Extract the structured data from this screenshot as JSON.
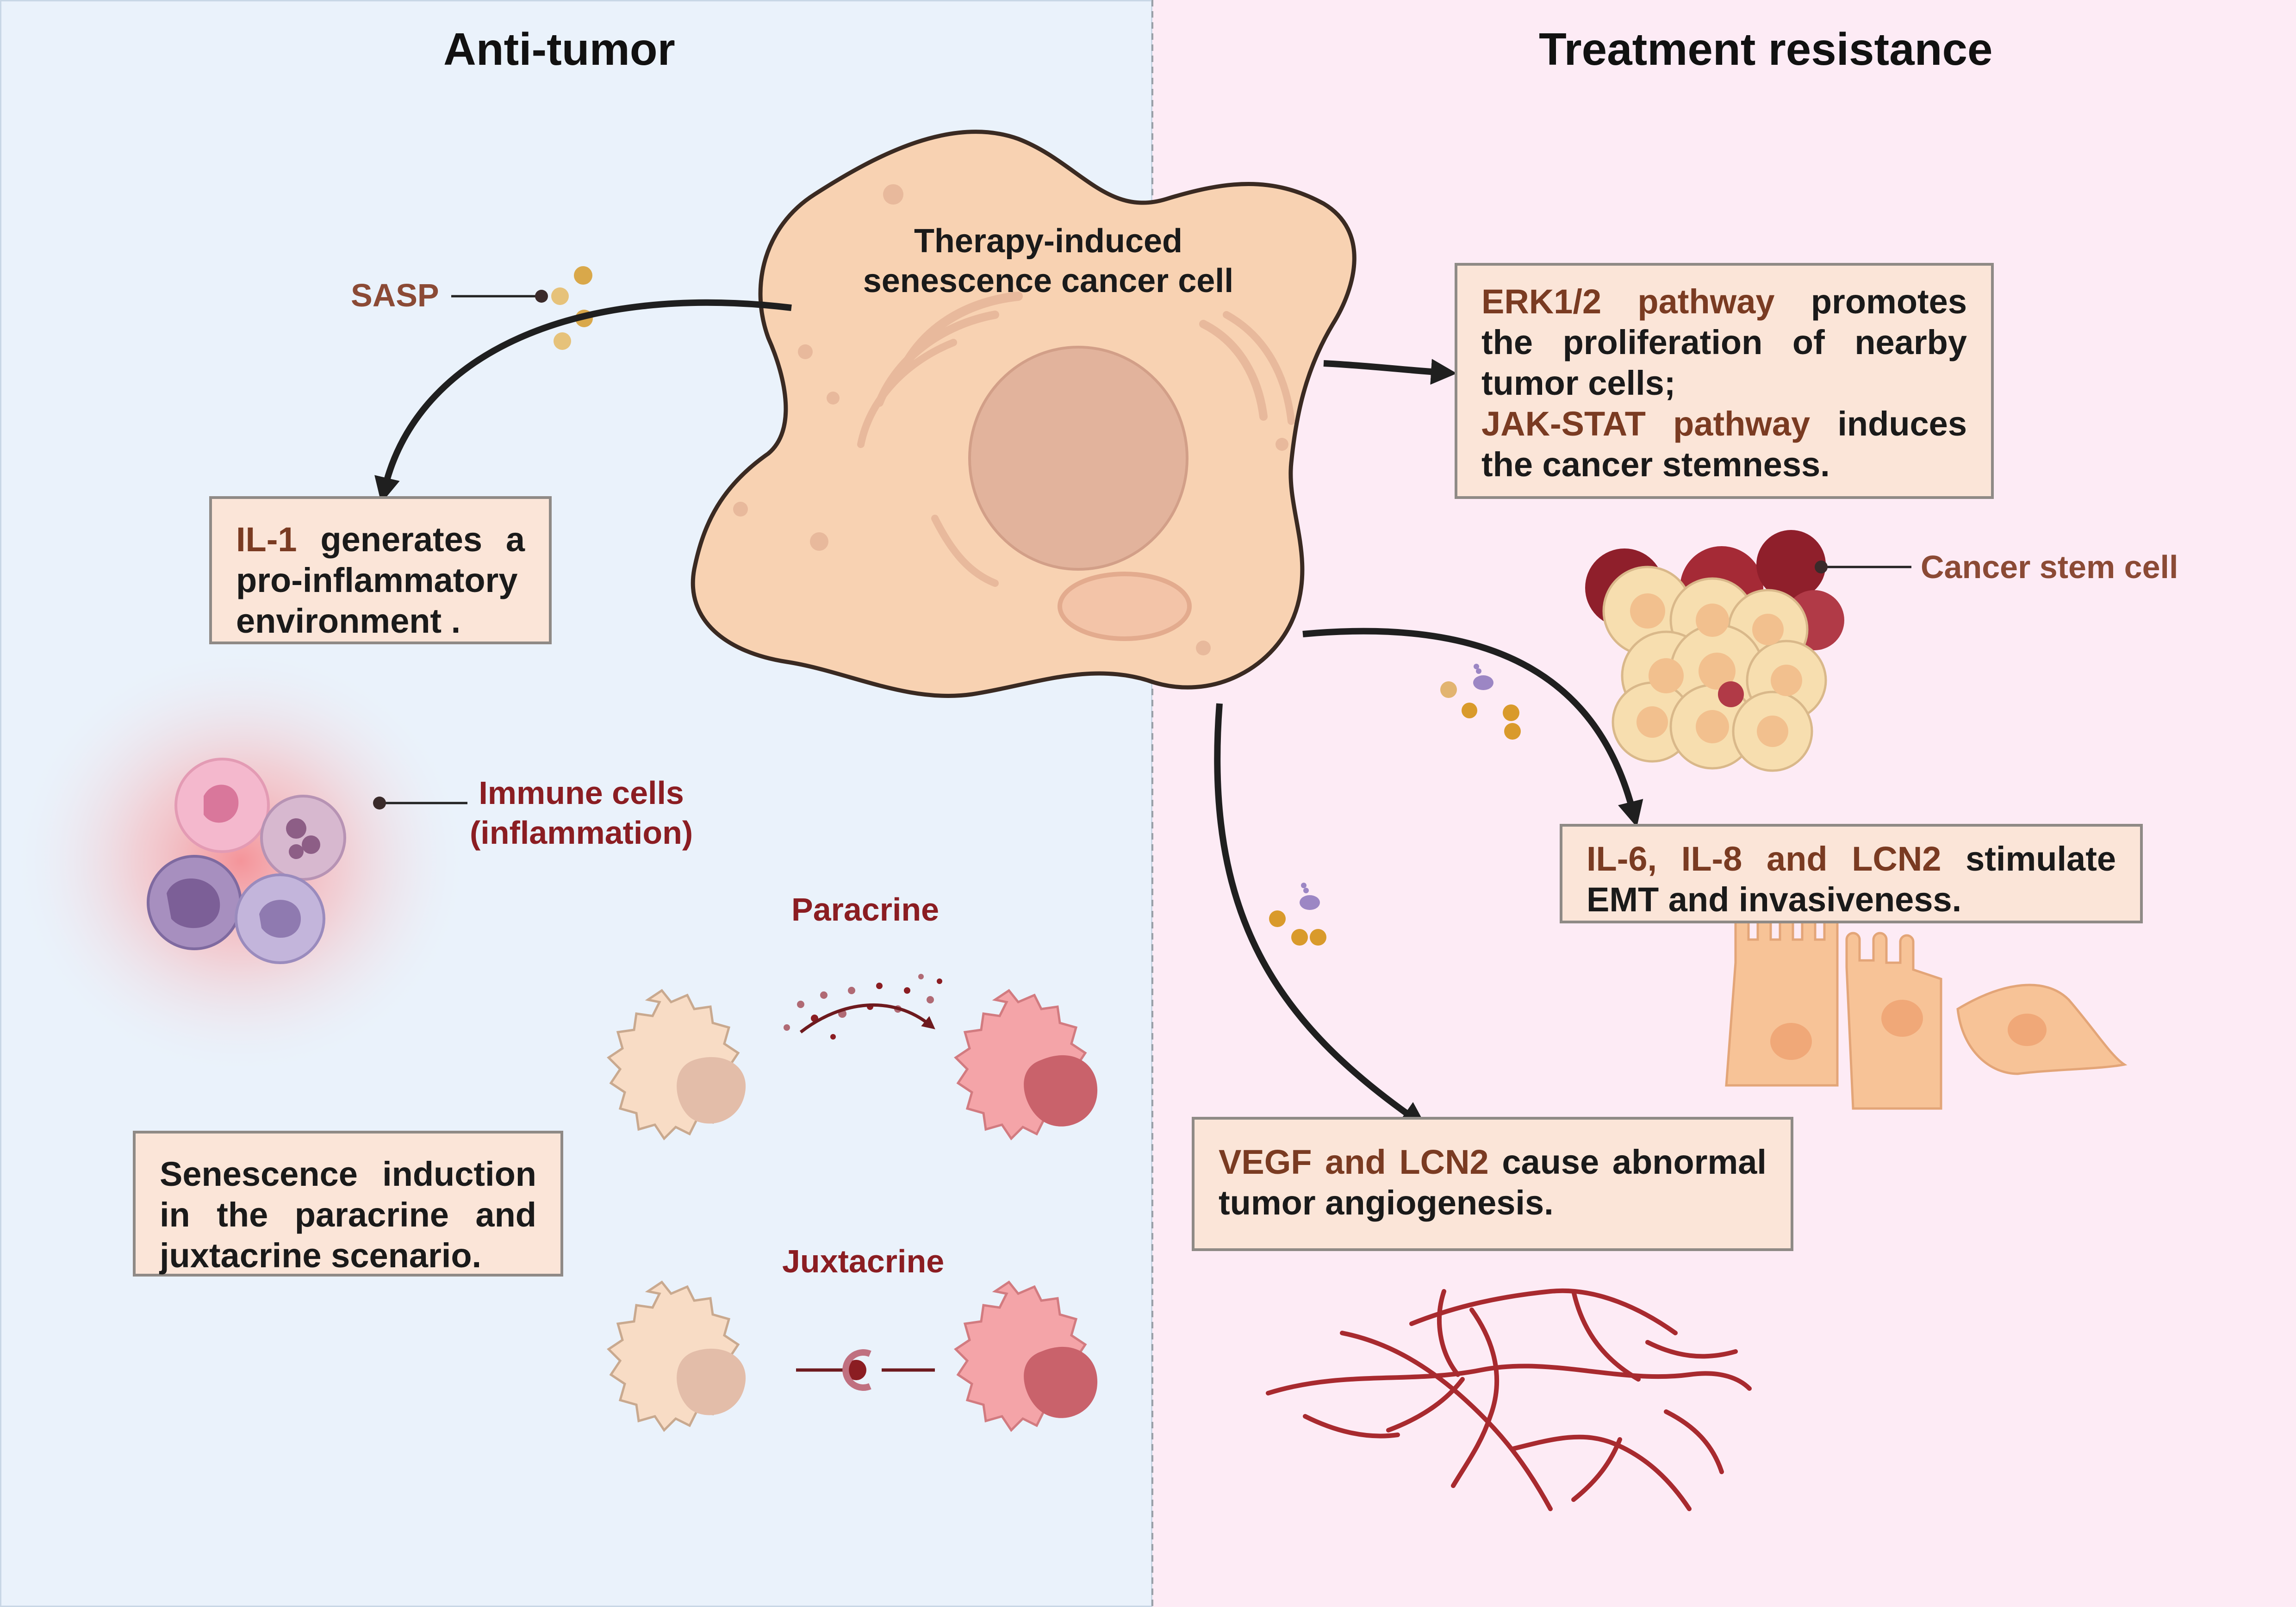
{
  "panels": {
    "left_title": "Anti-tumor",
    "right_title": "Treatment resistance"
  },
  "center_cell": {
    "line1": "Therapy-induced",
    "line2": "senescence  cancer cell"
  },
  "labels": {
    "sasp": "SASP",
    "immune_line1": "Immune cells",
    "immune_line2": "(inflammation)",
    "paracrine": "Paracrine",
    "juxtacrine": "Juxtacrine",
    "cancer_stem_cell": "Cancer stem cell"
  },
  "boxes": {
    "il1": {
      "hl": "IL-1",
      "text1": " generates a pro-inflammatory environment ."
    },
    "senescence": {
      "text": "Senescence induction in the paracrine and juxtacrine scenario."
    },
    "erk": {
      "hl1": "ERK1/2 pathway",
      "text1": "  promotes the proliferation of nearby tumor cells;",
      "hl2": "JAK-STAT pathway",
      "text2": "  induces the cancer stemness."
    },
    "il6": {
      "hl": "IL-6, IL-8 and LCN2",
      "text": " stimulate EMT and invasiveness."
    },
    "vegf": {
      "hl": "VEGF and LCN2",
      "text": " cause abnormal tumor angiogenesis."
    }
  },
  "colors": {
    "left_bg": "#eaf2fb",
    "right_bg": "#fdebf5",
    "highlight": "#7a3b22",
    "label_red": "#8b1d22",
    "box_fill": "#fbe5d8"
  }
}
